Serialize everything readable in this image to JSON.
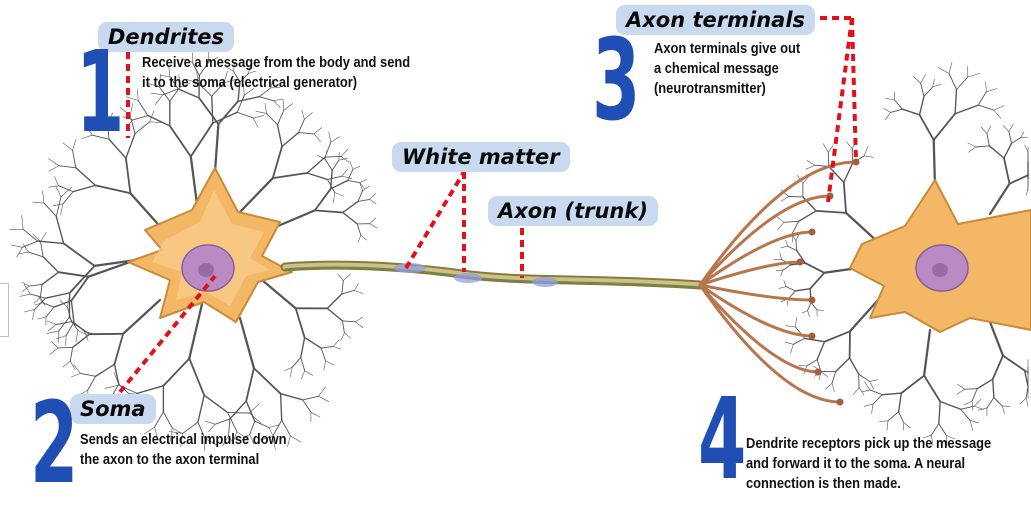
{
  "labels": {
    "dendrites": "Dendrites",
    "soma": "Soma",
    "white_matter": "White matter",
    "axon_trunk": "Axon (trunk)",
    "axon_terminals": "Axon terminals"
  },
  "steps": [
    {
      "number": "1",
      "lines": [
        "Receive a message from the body and send",
        "it to the soma (electrical generator)"
      ]
    },
    {
      "number": "2",
      "lines": [
        "Sends an electrical impulse down",
        "the axon to the axon terminal"
      ]
    },
    {
      "number": "3",
      "lines": [
        "Axon terminals give out",
        "a chemical message",
        "(neurotransmitter)"
      ]
    },
    {
      "number": "4",
      "lines": [
        "Dendrite receptors pick up the message",
        "and forward it to the soma. A neural",
        "connection is then made."
      ]
    }
  ],
  "colors": {
    "number": "#1f4fb5",
    "label_background": "#c9d9ef",
    "leader_line": "#e3101a",
    "cell_body": "#f3b766",
    "nucleus": "#b98ac4",
    "axon": "#b7a96a",
    "terminal": "#b8764e"
  }
}
